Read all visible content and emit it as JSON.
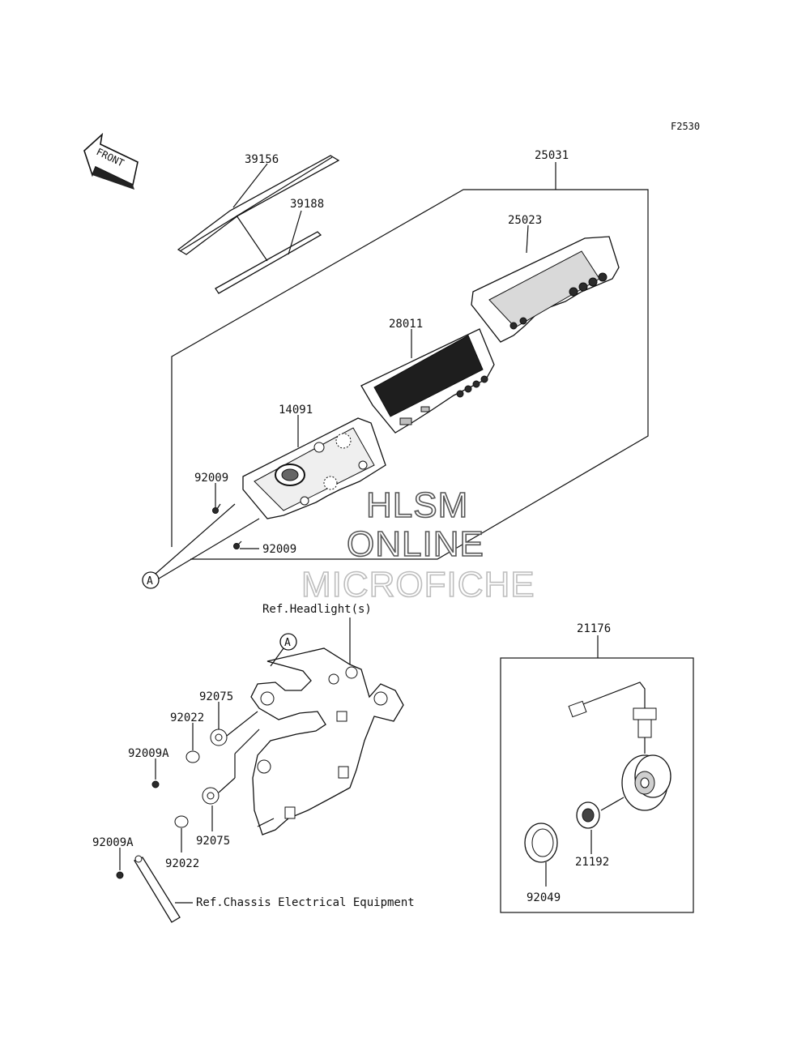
{
  "figure_code": "F2530",
  "front_label": "FRONT",
  "callout_a": "A",
  "callout_a2": "A",
  "parts": {
    "p39156": "39156",
    "p39188": "39188",
    "p25031": "25031",
    "p25023": "25023",
    "p28011": "28011",
    "p14091": "14091",
    "p92009_top": "92009",
    "p92009_bottom": "92009",
    "p92075_top": "92075",
    "p92022_top": "92022",
    "p92009A_top": "92009A",
    "p92009A_bottom": "92009A",
    "p92022_bottom": "92022",
    "p92075_bottom": "92075",
    "p21176": "21176",
    "p21192": "21192",
    "p92049": "92049"
  },
  "refs": {
    "headlight": "Ref.Headlight(s)",
    "chassis": "Ref.Chassis Electrical Equipment"
  },
  "watermark": {
    "line1": "HLSM",
    "line2": "ONLINE",
    "line3": "MICROFICHE"
  }
}
